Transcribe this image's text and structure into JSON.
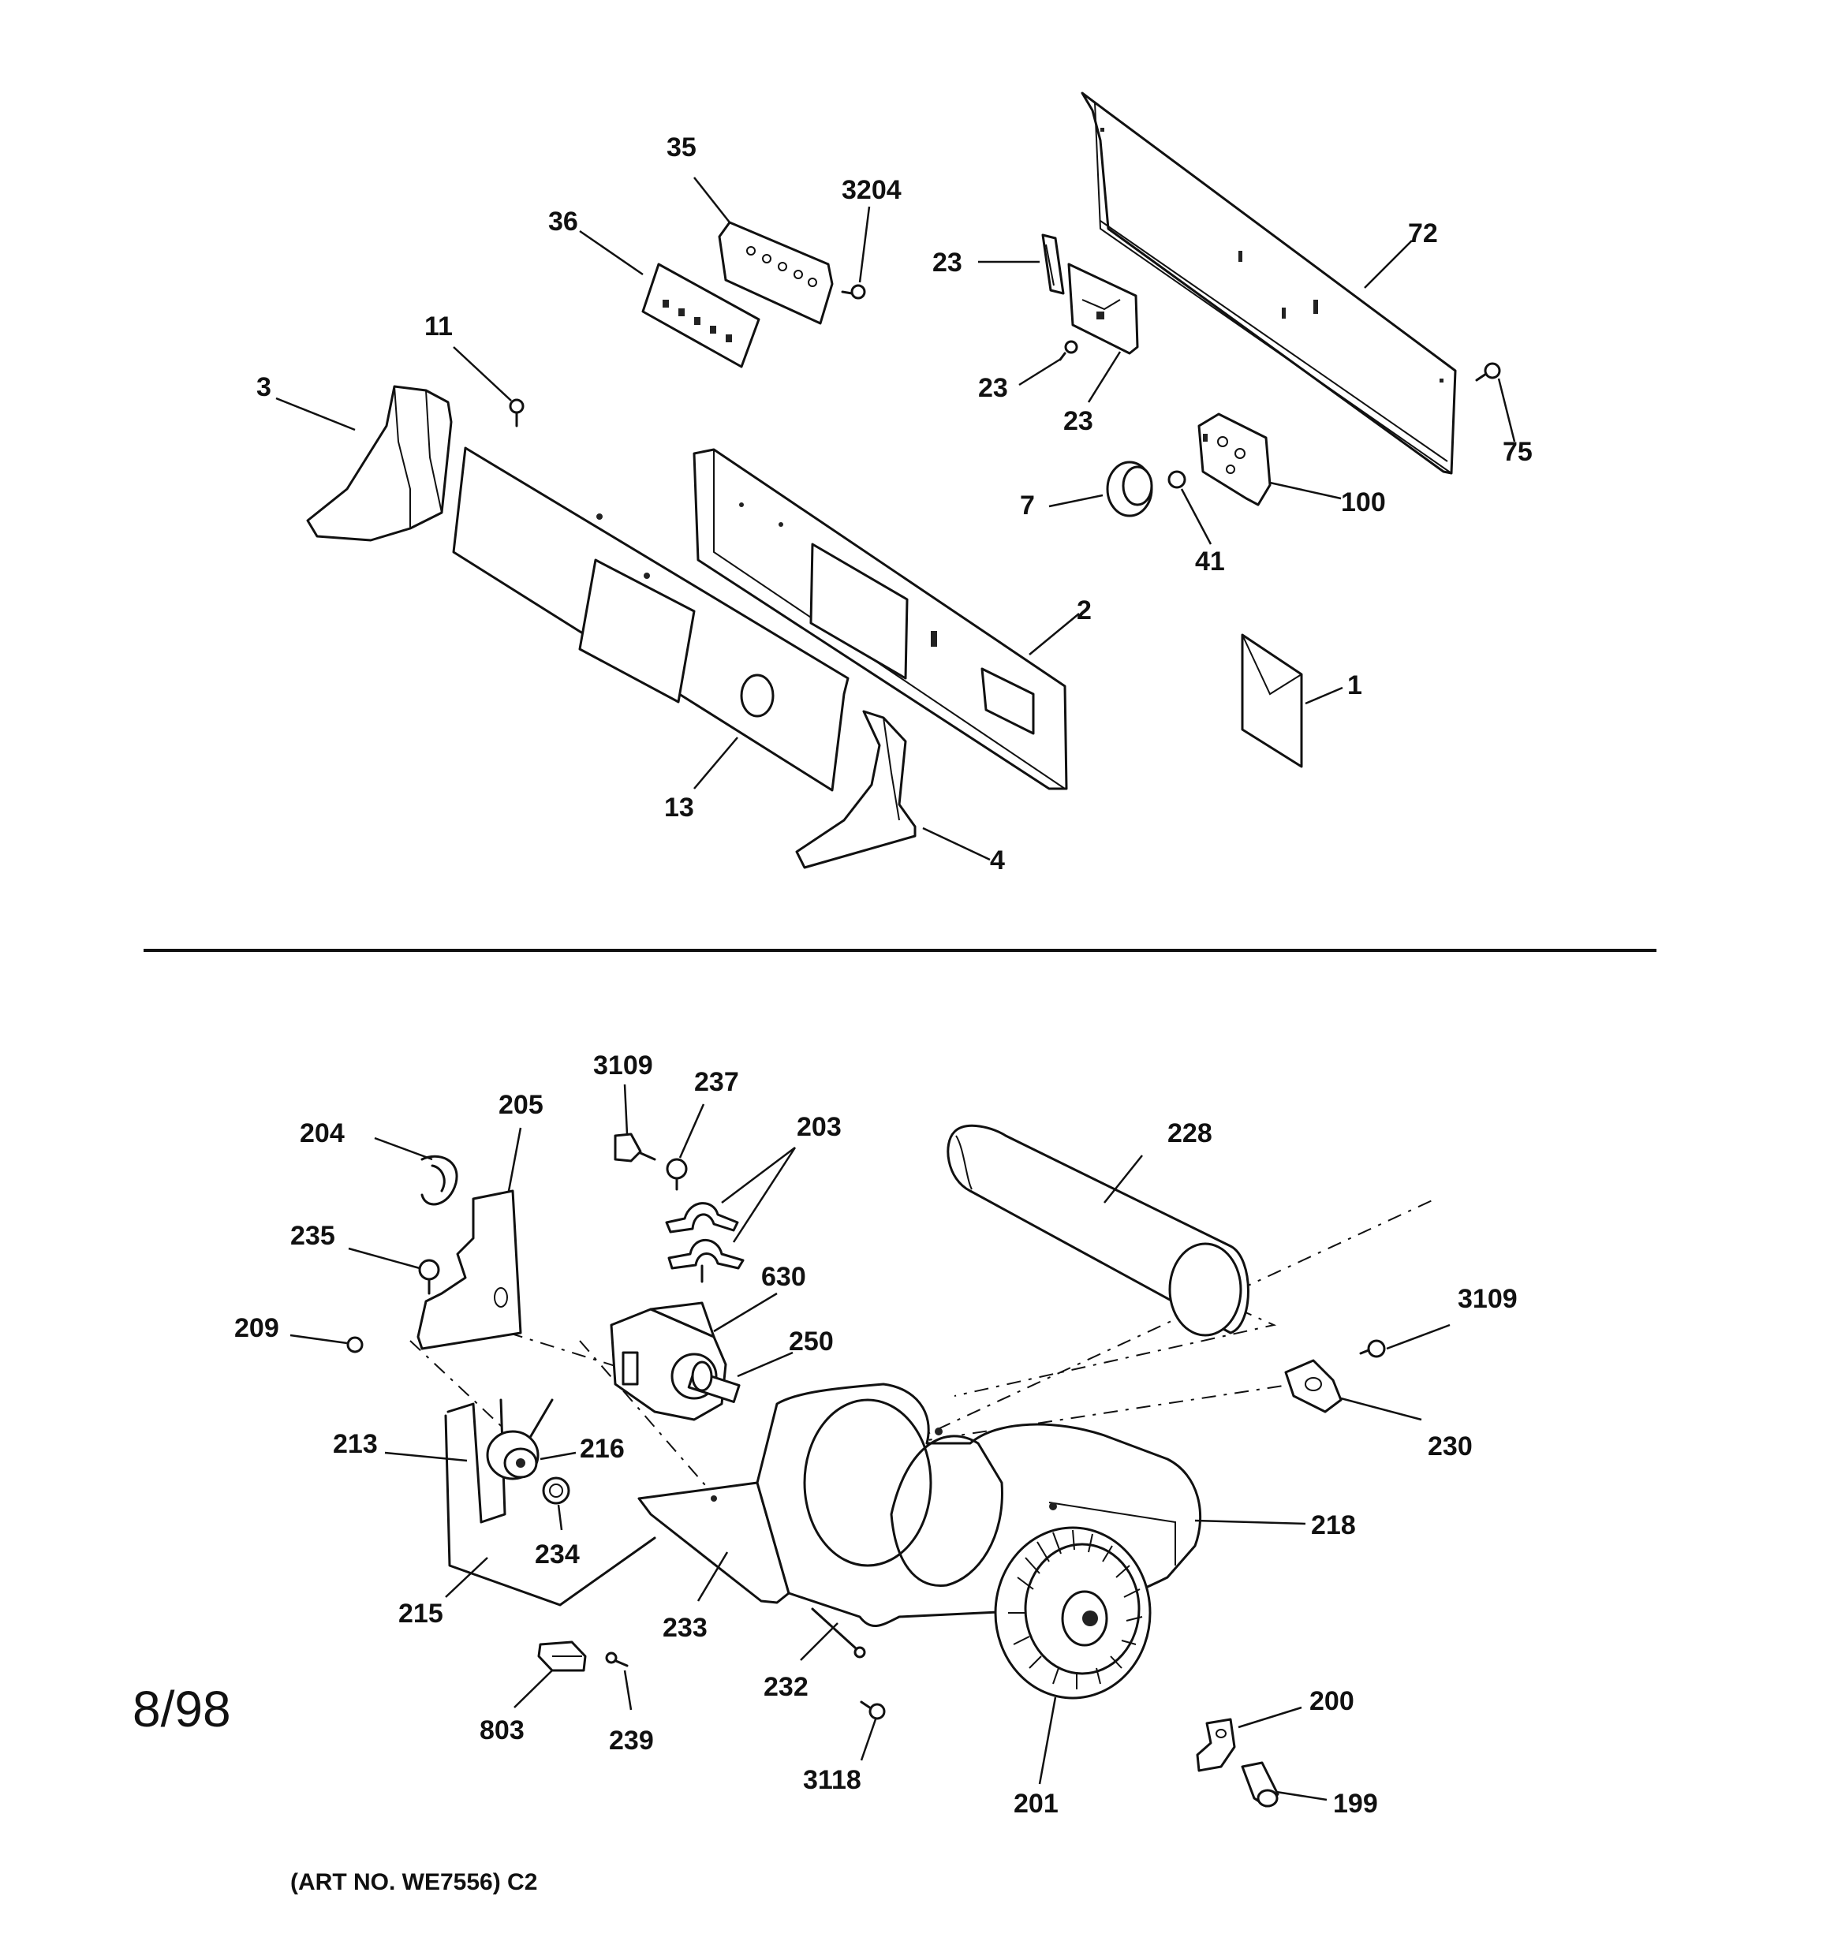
{
  "callouts": {
    "c35": "35",
    "c3204": "3204",
    "c36": "36",
    "c23a": "23",
    "c72": "72",
    "c11": "11",
    "c3": "3",
    "c23b": "23",
    "c23c": "23",
    "c75": "75",
    "c7": "7",
    "c100": "100",
    "c41": "41",
    "c2": "2",
    "c1": "1",
    "c13": "13",
    "c4": "4",
    "c3109a": "3109",
    "c237": "237",
    "c205": "205",
    "c204": "204",
    "c203": "203",
    "c228": "228",
    "c235": "235",
    "c630": "630",
    "c209": "209",
    "c250": "250",
    "c3109b": "3109",
    "c213": "213",
    "c216": "216",
    "c230": "230",
    "c218": "218",
    "c234": "234",
    "c215": "215",
    "c233": "233",
    "c232": "232",
    "c200": "200",
    "c803": "803",
    "c239": "239",
    "c3118": "3118",
    "c201": "201",
    "c199": "199"
  },
  "date_stamp": "8/98",
  "art_number": "(ART NO. WE7556) C2"
}
